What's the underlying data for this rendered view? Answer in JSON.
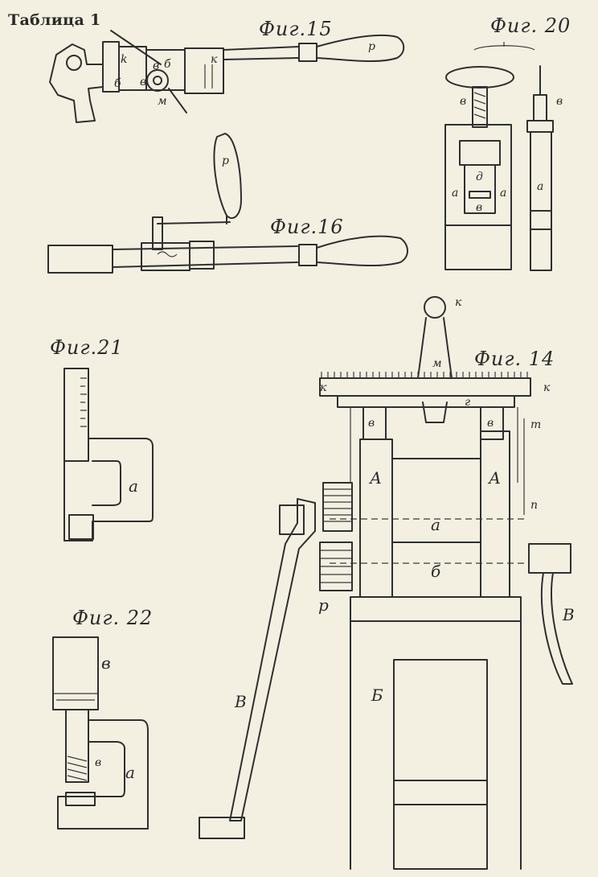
{
  "title": "Таблица 1",
  "figures": {
    "fig15": {
      "label": "Фиг.15",
      "parts": [
        "k",
        "б",
        "в",
        "б",
        "в",
        "м",
        "к",
        "р"
      ]
    },
    "fig16": {
      "label": "Фиг.16",
      "parts": [
        "р"
      ]
    },
    "fig20": {
      "label": "Фиг. 20",
      "parts": [
        "в",
        "в",
        "д",
        "а",
        "а",
        "в",
        "а"
      ]
    },
    "fig21": {
      "label": "Фиг.21",
      "parts": [
        "а"
      ]
    },
    "fig22": {
      "label": "Фиг. 22",
      "parts": [
        "в",
        "в",
        "а"
      ]
    },
    "fig14": {
      "label": "Фиг. 14",
      "parts": [
        "к",
        "к",
        "к",
        "м",
        "г",
        "в",
        "в",
        "т",
        "А",
        "А",
        "п",
        "а",
        "б",
        "р",
        "В",
        "Б",
        "В"
      ]
    }
  }
}
